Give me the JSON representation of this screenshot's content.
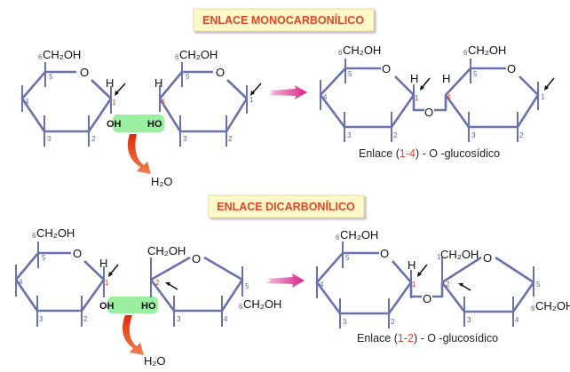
{
  "titles": {
    "mono": "ENLACE MONOCARBONÍLICO",
    "di": "ENLACE DICARBONÍLICO"
  },
  "atoms": {
    "ch2oh": "CH₂OH",
    "o": "O",
    "h": "H",
    "oh": "OH",
    "ho": "HO",
    "h2o": "H₂O"
  },
  "carbon_numbers": [
    "1",
    "2",
    "3",
    "4",
    "5",
    "6"
  ],
  "captions": {
    "mono": {
      "prefix": "Enlace (",
      "a": "1",
      "dash": "-",
      "b": "4",
      "suffix": ") - O -glucosídico"
    },
    "di": {
      "prefix": "Enlace (",
      "a": "1",
      "dash": "-",
      "b": "2",
      "suffix": ") - O -glucosídico"
    }
  },
  "colors": {
    "bond": "#6a72ab",
    "title_text": "#e0452a",
    "title_bg": "#fff8c8",
    "water_highlight": "#9af0a0",
    "reaction_arrow": "#e04a8a",
    "elimination_arrow": "#e03a10"
  }
}
